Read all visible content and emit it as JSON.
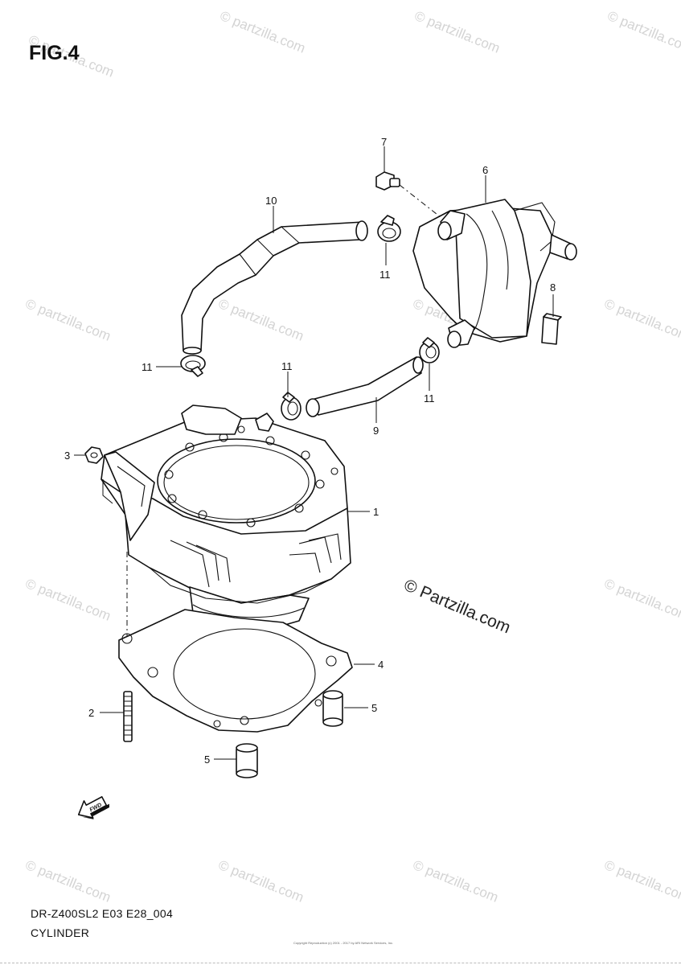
{
  "figure": {
    "title": "FIG.4"
  },
  "watermark": {
    "text": "© partzilla.com"
  },
  "copyright_mark": "© Partzilla.com",
  "footer": {
    "model_code": "DR-Z400SL2 E03 E28_004",
    "section_name": "CYLINDER",
    "copyright_small": "Copyright Reproduction (c) 2001 - 2017 by ARI Network Services, Inc."
  },
  "callouts": {
    "c1": "1",
    "c2": "2",
    "c3": "3",
    "c4": "4",
    "c5a": "5",
    "c5b": "5",
    "c6": "6",
    "c7": "7",
    "c8": "8",
    "c9": "9",
    "c10": "10",
    "c11a": "11",
    "c11b": "11",
    "c11c": "11",
    "c11d": "11"
  },
  "icons": {
    "front_arrow": "front-direction-arrow-icon",
    "front_arrow_text": "FWD"
  }
}
